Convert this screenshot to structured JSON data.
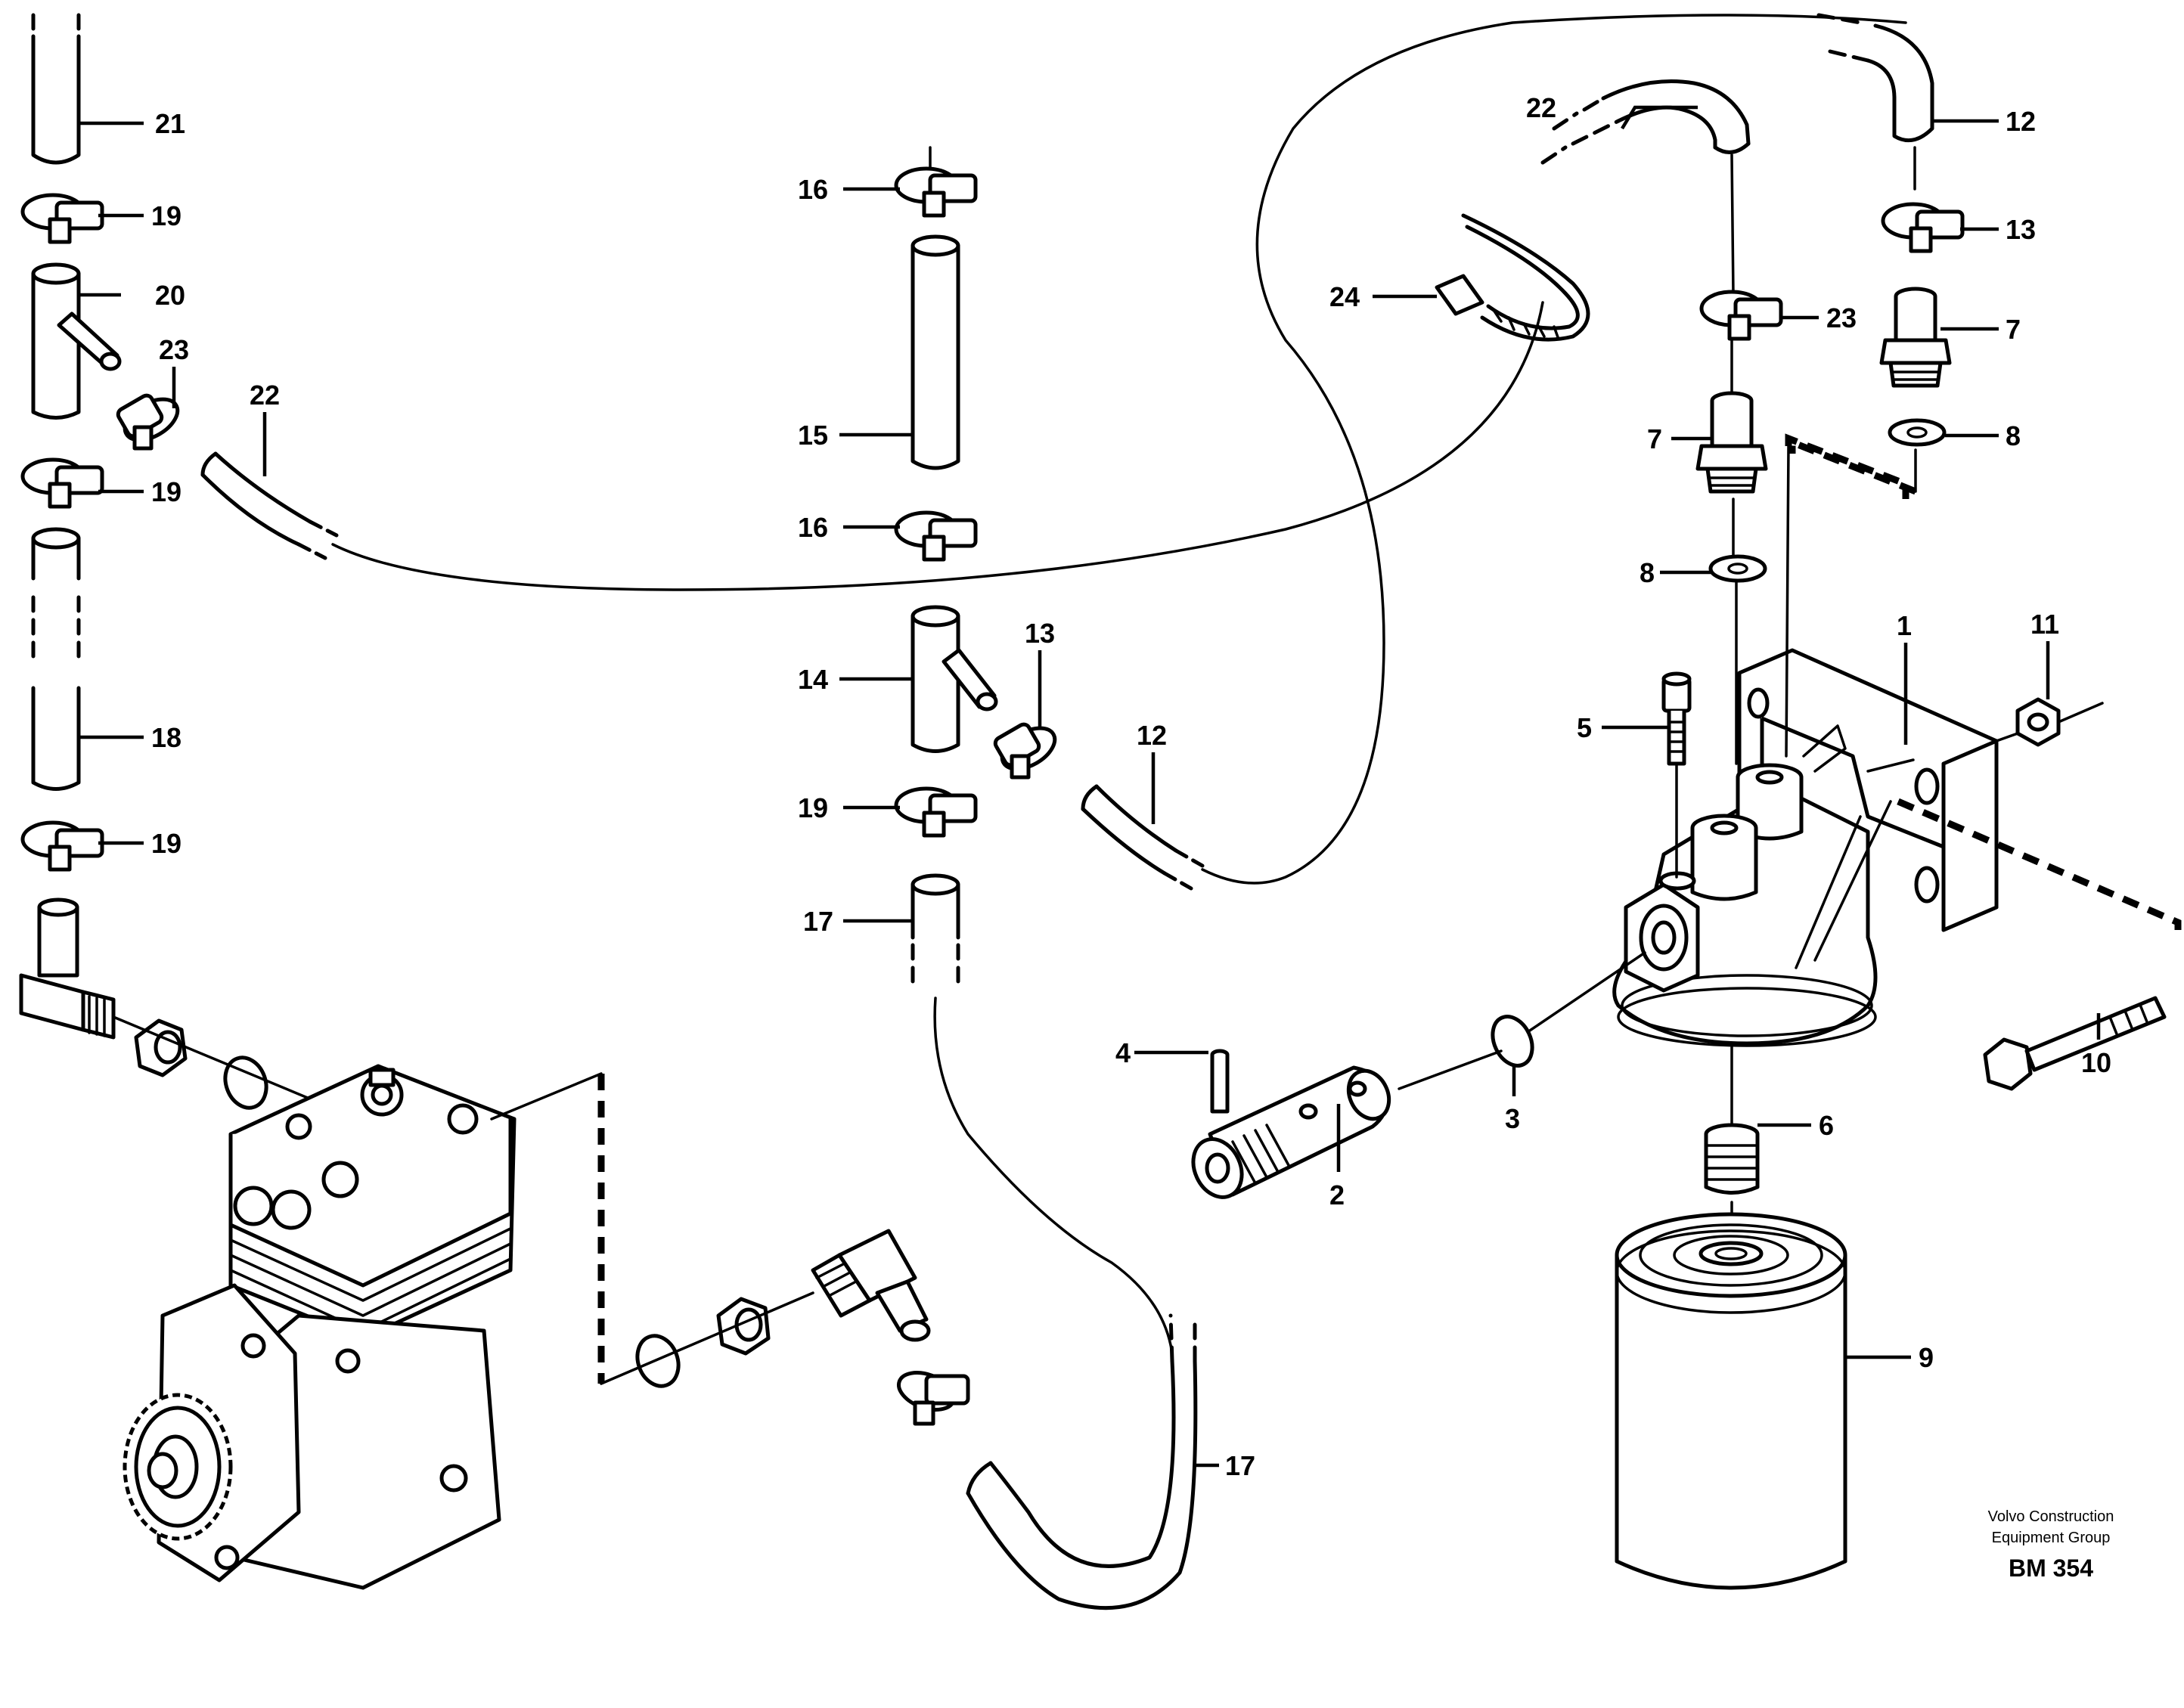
{
  "callouts": {
    "c1": "1",
    "c2": "2",
    "c3": "3",
    "c4": "4",
    "c5": "5",
    "c6": "6",
    "c7a": "7",
    "c7b": "7",
    "c8a": "8",
    "c8b": "8",
    "c9": "9",
    "c10": "10",
    "c11": "11",
    "c12a": "12",
    "c12b": "12",
    "c13a": "13",
    "c13b": "13",
    "c14": "14",
    "c15": "15",
    "c16a": "16",
    "c16b": "16",
    "c17a": "17",
    "c17b": "17",
    "c18": "18",
    "c19a": "19",
    "c19b": "19",
    "c19c": "19",
    "c19d": "19",
    "c20": "20",
    "c21": "21",
    "c22a": "22",
    "c22b": "22",
    "c23a": "23",
    "c23b": "23",
    "c24": "24"
  },
  "credit": {
    "line1": "Volvo Construction",
    "line2": "Equipment Group",
    "code": "BM 354"
  }
}
